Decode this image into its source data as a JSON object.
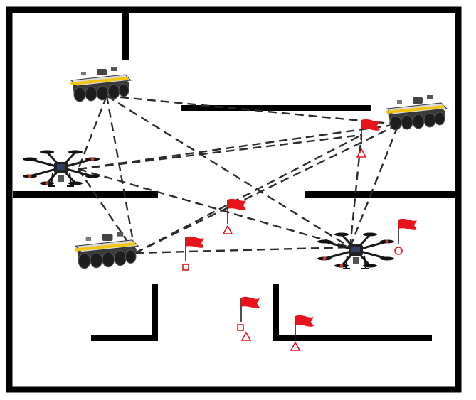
{
  "diagram": {
    "type": "multi-robot communication map",
    "colors": {
      "wall": "#000000",
      "link": "#2b2b2b",
      "flag": "#e8141b",
      "marker": "#e8141b",
      "rover_body": "#2a2a2a",
      "rover_stripe": "#f2c40f",
      "drone_frame": "#1a1a1a",
      "background": "#ffffff"
    },
    "link_style": "dashed",
    "agents": [
      {
        "id": "rover-nw",
        "kind": "rover-icon"
      },
      {
        "id": "rover-ne",
        "kind": "rover-icon"
      },
      {
        "id": "rover-sw",
        "kind": "rover-icon"
      },
      {
        "id": "drone-w",
        "kind": "drone-icon"
      },
      {
        "id": "drone-se",
        "kind": "drone-icon"
      }
    ],
    "links": [
      [
        "rover-nw",
        "rover-ne"
      ],
      [
        "rover-nw",
        "drone-w"
      ],
      [
        "rover-nw",
        "rover-sw"
      ],
      [
        "rover-nw",
        "drone-se"
      ],
      [
        "drone-w",
        "rover-ne"
      ],
      [
        "drone-w",
        "flag-ne"
      ],
      [
        "drone-w",
        "rover-sw"
      ],
      [
        "drone-w",
        "drone-se"
      ],
      [
        "rover-sw",
        "rover-ne"
      ],
      [
        "rover-sw",
        "flag-ne"
      ],
      [
        "rover-sw",
        "drone-se"
      ],
      [
        "drone-se",
        "rover-ne"
      ],
      [
        "drone-se",
        "flag-ne"
      ]
    ],
    "flags": [
      {
        "id": "flag-ne",
        "marker": "triangle"
      },
      {
        "id": "flag-center",
        "marker": "triangle"
      },
      {
        "id": "flag-mid",
        "marker": "square"
      },
      {
        "id": "flag-east",
        "marker": "circle"
      },
      {
        "id": "flag-south-a",
        "marker": "square-triangle"
      },
      {
        "id": "flag-south-b",
        "marker": "triangle"
      }
    ]
  }
}
